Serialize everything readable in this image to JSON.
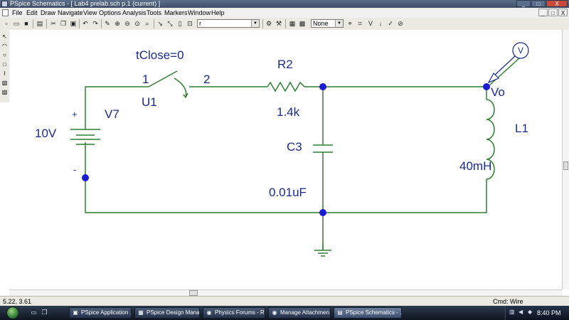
{
  "window": {
    "title": "PSpice Schematics - [ Lab4 prelab.sch  p.1 (current) ]",
    "controls": [
      "_",
      "□",
      "X"
    ]
  },
  "menubar": {
    "items": [
      "File",
      "Edit",
      "Draw",
      "Navigate",
      "View",
      "Options",
      "Analysis",
      "Tools",
      "Markers",
      "Window",
      "Help"
    ],
    "mdi_controls": [
      "_",
      "□",
      "X"
    ]
  },
  "toolbar": {
    "part_combo_value": "r",
    "color_combo_value": "None"
  },
  "schematic": {
    "switch_param": "tClose=0",
    "switch_pin1": "1",
    "switch_pin2": "2",
    "switch_ref": "U1",
    "resistor_ref": "R2",
    "resistor_value": "1.4k",
    "capacitor_ref": "C3",
    "capacitor_value": "0.01uF",
    "inductor_ref": "L1",
    "inductor_value": "40mH",
    "source_ref": "V7",
    "source_value": "10V",
    "source_plus": "+",
    "source_minus": "-",
    "net_label": "Vo",
    "marker_label": "V",
    "wire_color": "#2e7d32",
    "text_color": "#1a2a8c",
    "junction_color": "#1a1ad0"
  },
  "statusbar": {
    "coordinates": "5.22, 3.61",
    "command": "Cmd: Wire"
  },
  "taskbar": {
    "tasks": [
      {
        "label": "PSpice Application ..."
      },
      {
        "label": "PSpice Design Mana..."
      },
      {
        "label": "Physics Forums - Re..."
      },
      {
        "label": "Manage Attachmen..."
      },
      {
        "label": "PSpice Schematics - ..."
      }
    ],
    "clock": "8:40 PM"
  }
}
